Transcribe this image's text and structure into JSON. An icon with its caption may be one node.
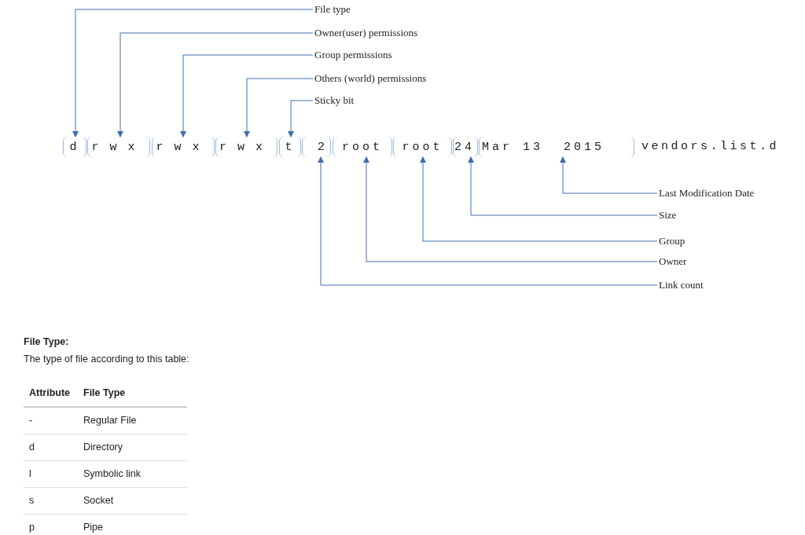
{
  "diagram": {
    "nodes": [
      {
        "text": [
          "File type"
        ]
      },
      {
        "text": [
          "Owner(user) permissions"
        ]
      },
      {
        "text": [
          "Group permissions"
        ]
      },
      {
        "text": [
          "Others (world) permissions"
        ]
      },
      {
        "text": [
          "Sticky bit"
        ]
      },
      {
        "text": [
          "d"
        ]
      },
      {
        "text": [
          "rwx"
        ]
      },
      {
        "text": [
          "rwx"
        ]
      },
      {
        "text": [
          "rwx"
        ]
      },
      {
        "text": [
          "t"
        ]
      },
      {
        "text": [
          "2"
        ]
      },
      {
        "text": [
          "root"
        ]
      },
      {
        "text": [
          "root"
        ]
      },
      {
        "text": [
          "24"
        ]
      },
      {
        "text": [
          "Mar 13  2015"
        ]
      },
      {
        "text": [
          "Last Modification Date"
        ]
      },
      {
        "text": [
          "Size"
        ]
      },
      {
        "text": [
          "Group"
        ]
      },
      {
        "text": [
          "Owner"
        ]
      },
      {
        "text": [
          "Link count"
        ]
      }
    ],
    "edges": [
      {
        "from": 0,
        "to": 5,
        "arrow": "to"
      },
      {
        "from": 1,
        "to": 6,
        "arrow": "to"
      },
      {
        "from": 2,
        "to": 7,
        "arrow": "to"
      },
      {
        "from": 3,
        "to": 8,
        "arrow": "to"
      },
      {
        "from": 4,
        "to": 9,
        "arrow": "to"
      },
      {
        "from": 15,
        "to": 14,
        "arrow": "to"
      },
      {
        "from": 16,
        "to": 13,
        "arrow": "to"
      },
      {
        "from": 17,
        "to": 12,
        "arrow": "to"
      },
      {
        "from": 18,
        "to": 11,
        "arrow": "to"
      },
      {
        "from": 19,
        "to": 10,
        "arrow": "to"
      }
    ],
    "labels": [
      "vendors.list.d",
      "File Type:",
      "The type of file according to this table:",
      "Attribute",
      "File Type",
      "-",
      "Regular File",
      "d",
      "Directory",
      "l",
      "Symbolic link",
      "s",
      "Socket",
      "p",
      "Pipe"
    ]
  }
}
